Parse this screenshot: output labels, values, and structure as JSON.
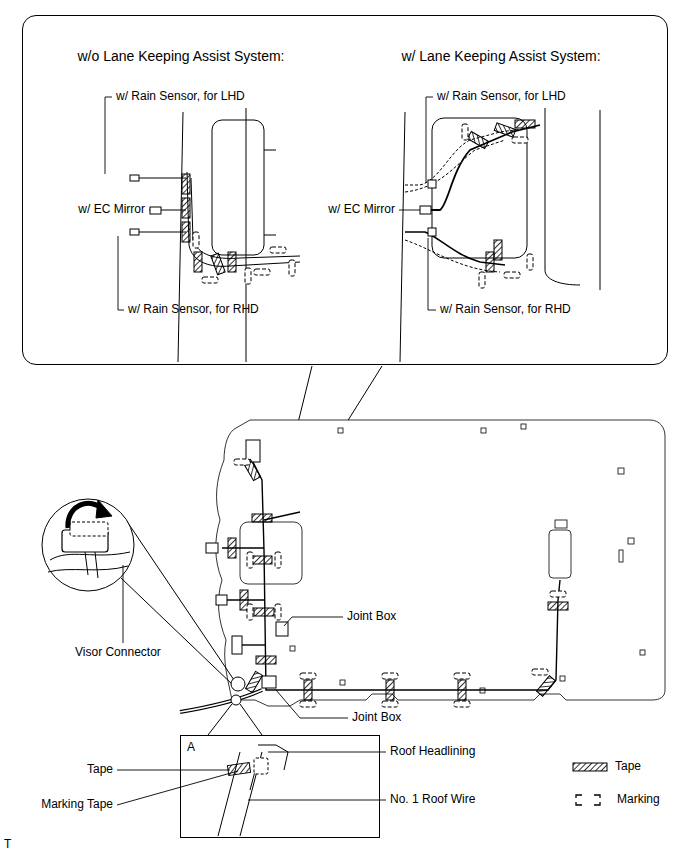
{
  "diagram": {
    "nodes": [
      {
        "text": [
          "w/o Lane Keeping Assist System:",
          "w/ Lane Keeping Assist System:"
        ]
      },
      {
        "text": [
          "A"
        ]
      }
    ],
    "labels": [
      "w/ Rain Sensor, for LHD",
      "w/ EC Mirror",
      "w/ Rain Sensor, for RHD",
      "w/ Rain Sensor, for LHD",
      "w/ EC Mirror",
      "w/ Rain Sensor, for RHD",
      "Visor Connector",
      "Joint Box",
      "Joint Box",
      "Tape",
      "Marking Tape",
      "Roof Headlining",
      "No. 1 Roof Wire",
      "T"
    ],
    "legend": [
      {
        "text": "Tape"
      },
      {
        "text": "Marking"
      }
    ]
  }
}
